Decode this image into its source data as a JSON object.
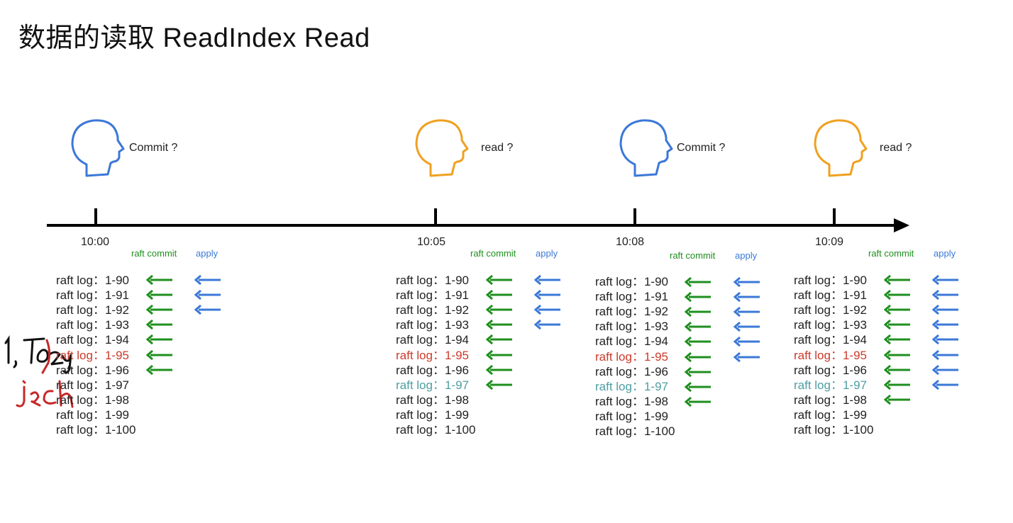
{
  "title": "数据的读取 ReadIndex Read",
  "colors": {
    "commit": "#1e8f1e",
    "apply": "#3b78d8",
    "highlight": "#cc3a2b",
    "teal": "#4f9ea1",
    "head_blue": "#3b78d8",
    "head_orange": "#f0a020"
  },
  "events": [
    {
      "time": "10:00",
      "question": "Commit ?",
      "head": "blue"
    },
    {
      "time": "10:05",
      "question": "read ?",
      "head": "orange"
    },
    {
      "time": "10:08",
      "question": "Commit ?",
      "head": "blue"
    },
    {
      "time": "10:09",
      "question": "read ?",
      "head": "orange"
    }
  ],
  "headers": {
    "commit": "raft commit",
    "apply": "apply"
  },
  "columns": [
    {
      "logs": [
        "raft log：1-90",
        "raft log：1-91",
        "raft log：1-92",
        "raft log：1-93",
        "raft log：1-94",
        "raft log：1-95",
        "raft log：1-96",
        "raft log：1-97",
        "raft log：1-98",
        "raft log：1-99",
        "raft log：1-100"
      ],
      "highlight": [
        5
      ],
      "teal": [],
      "committed": 7,
      "applied": 3
    },
    {
      "logs": [
        "raft log：1-90",
        "raft log：1-91",
        "raft log：1-92",
        "raft log：1-93",
        "raft log：1-94",
        "raft log：1-95",
        "raft log：1-96",
        "raft log：1-97",
        "raft log：1-98",
        "raft log：1-99",
        "raft log：1-100"
      ],
      "highlight": [
        5
      ],
      "teal": [
        7
      ],
      "committed": 8,
      "applied": 4
    },
    {
      "logs": [
        "raft log：1-90",
        "raft log：1-91",
        "raft log：1-92",
        "raft log：1-93",
        "raft log：1-94",
        "raft log：1-95",
        "raft log：1-96",
        "raft log：1-97",
        "raft log：1-98",
        "raft log：1-99",
        "raft log：1-100"
      ],
      "highlight": [
        5
      ],
      "teal": [
        7
      ],
      "committed": 9,
      "applied": 6
    },
    {
      "logs": [
        "raft log：1-90",
        "raft log：1-91",
        "raft log：1-92",
        "raft log：1-93",
        "raft log：1-94",
        "raft log：1-95",
        "raft log：1-96",
        "raft log：1-97",
        "raft log：1-98",
        "raft log：1-99",
        "raft log：1-100"
      ],
      "highlight": [
        5
      ],
      "teal": [
        7
      ],
      "committed": 9,
      "applied": 8
    }
  ],
  "handwriting": [
    "1,Tony",
    "jack"
  ]
}
